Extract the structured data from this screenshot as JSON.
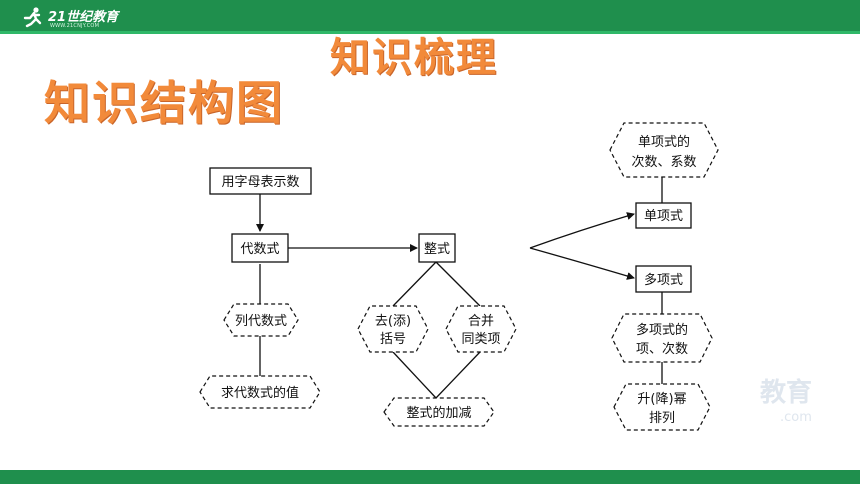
{
  "header": {
    "logo_text": "21世纪教育",
    "logo_sub": "WWW.21CNJY.COM"
  },
  "titles": {
    "top": "知识梳理",
    "main": "知识结构图"
  },
  "diagram": {
    "nodes": {
      "represent": "用字母表示数",
      "algebraic": "代数式",
      "list_expr": "列代数式",
      "eval_expr": "求代数式的值",
      "integral": "整式",
      "remove_brackets_1": "去(添)",
      "remove_brackets_2": "括号",
      "combine_1": "合并",
      "combine_2": "同类项",
      "add_sub": "整式的加减",
      "monomial": "单项式",
      "monomial_props_1": "单项式的",
      "monomial_props_2": "次数、系数",
      "polynomial": "多项式",
      "polynomial_props_1": "多项式的",
      "polynomial_props_2": "项、次数",
      "order_1": "升(降)幂",
      "order_2": "排列"
    }
  },
  "watermark": {
    "text": "教育",
    "sub": ".com"
  },
  "colors": {
    "brand_green": "#1f8f4d",
    "title_orange": "#f28a3a"
  }
}
